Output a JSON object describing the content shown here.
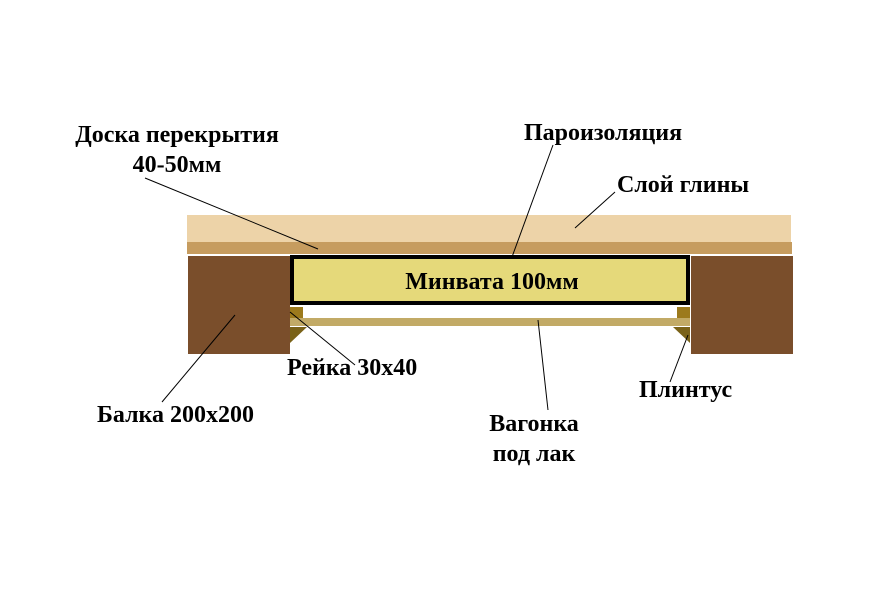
{
  "labels": {
    "board": [
      "Доска перекрытия",
      "40-50мм"
    ],
    "vapor": "Пароизоляция",
    "clay": "Слой глины",
    "minvata": "Минвата 100мм",
    "rail": "Рейка 30х40",
    "beam": "Балка 200х200",
    "lining": [
      "Вагонка",
      "под лак"
    ],
    "plinth": "Плинтус"
  },
  "colors": {
    "clay": "#edd3a8",
    "board": "#c69c5f",
    "beam": "#7a4e2b",
    "minvata": "#e5d97a",
    "rail": "#9c7a1c",
    "lining": "#c2aa66",
    "plinth": "#7a6218"
  }
}
